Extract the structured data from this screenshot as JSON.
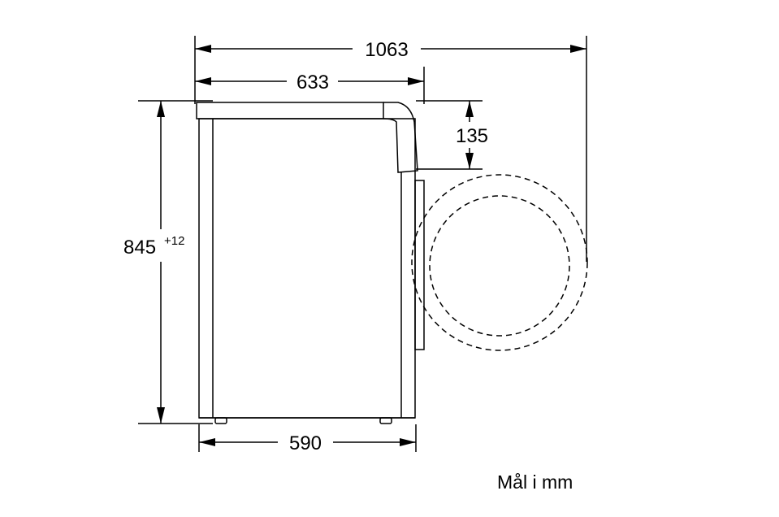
{
  "dimensions": {
    "total_depth_door_open": "1063",
    "depth_with_top": "633",
    "door_protrusion": "135",
    "height": "845",
    "height_tolerance": "+12",
    "body_depth": "590"
  },
  "unit_note": "Mål i mm",
  "colors": {
    "line": "#000000",
    "background": "#ffffff"
  }
}
